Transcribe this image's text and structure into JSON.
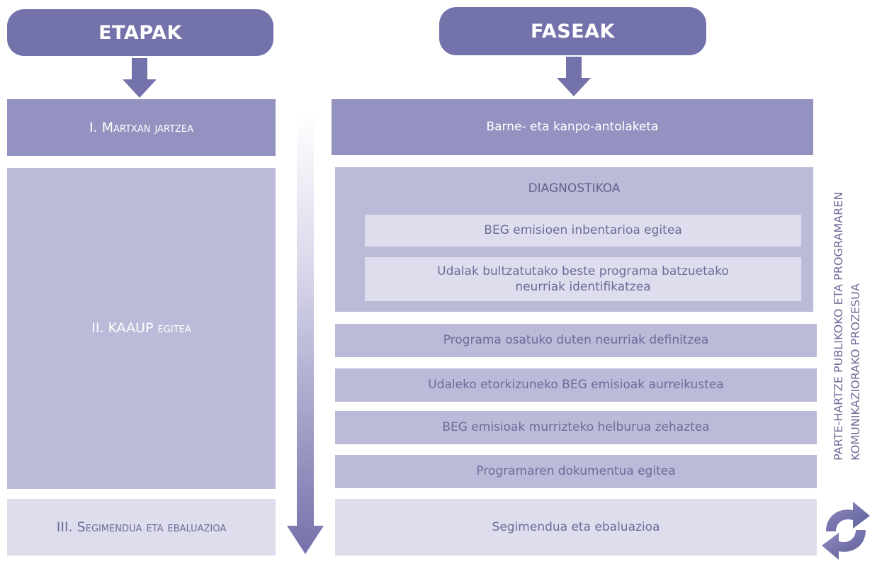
{
  "headers": {
    "stages": "ETAPAK",
    "phases": "FASEAK"
  },
  "stages": [
    "I. Martxan jartzea",
    "II. KAAUP egitea",
    "III. Segimendua eta ebaluazioa"
  ],
  "phases": {
    "organization": "Barne- eta kanpo-antolaketa",
    "diagnosis": {
      "title": "DIAGNOSTIKOA",
      "items": [
        "BEG emisioen inbentarioa egitea",
        "Udalak bultzatutako beste programa batzuetako neurriak identifikatzea"
      ]
    },
    "steps": [
      "Programa osatuko duten neurriak definitzea",
      "Udaleko etorkizuneko BEG emisioak aurreikustea",
      "BEG emisioak murrizteko helburua zehaztea",
      "Programaren dokumentua egitea",
      "Segimendua eta ebaluazioa"
    ]
  },
  "side_label": {
    "line1": "PARTE-HARTZE PUBLIKOKO ETA PROGRAMAREN",
    "line2": "KOMUNIKAZIORAKO PROZESUA"
  },
  "colors": {
    "header": "#7472aa",
    "dark_fill": "#9392c0",
    "mid_fill": "#bbbad9",
    "light_fill": "#dedded",
    "text_dark": "#6c6b98"
  },
  "icons": {
    "cycle": "refresh-cycle-icon",
    "arrow": "down-arrow-icon"
  }
}
